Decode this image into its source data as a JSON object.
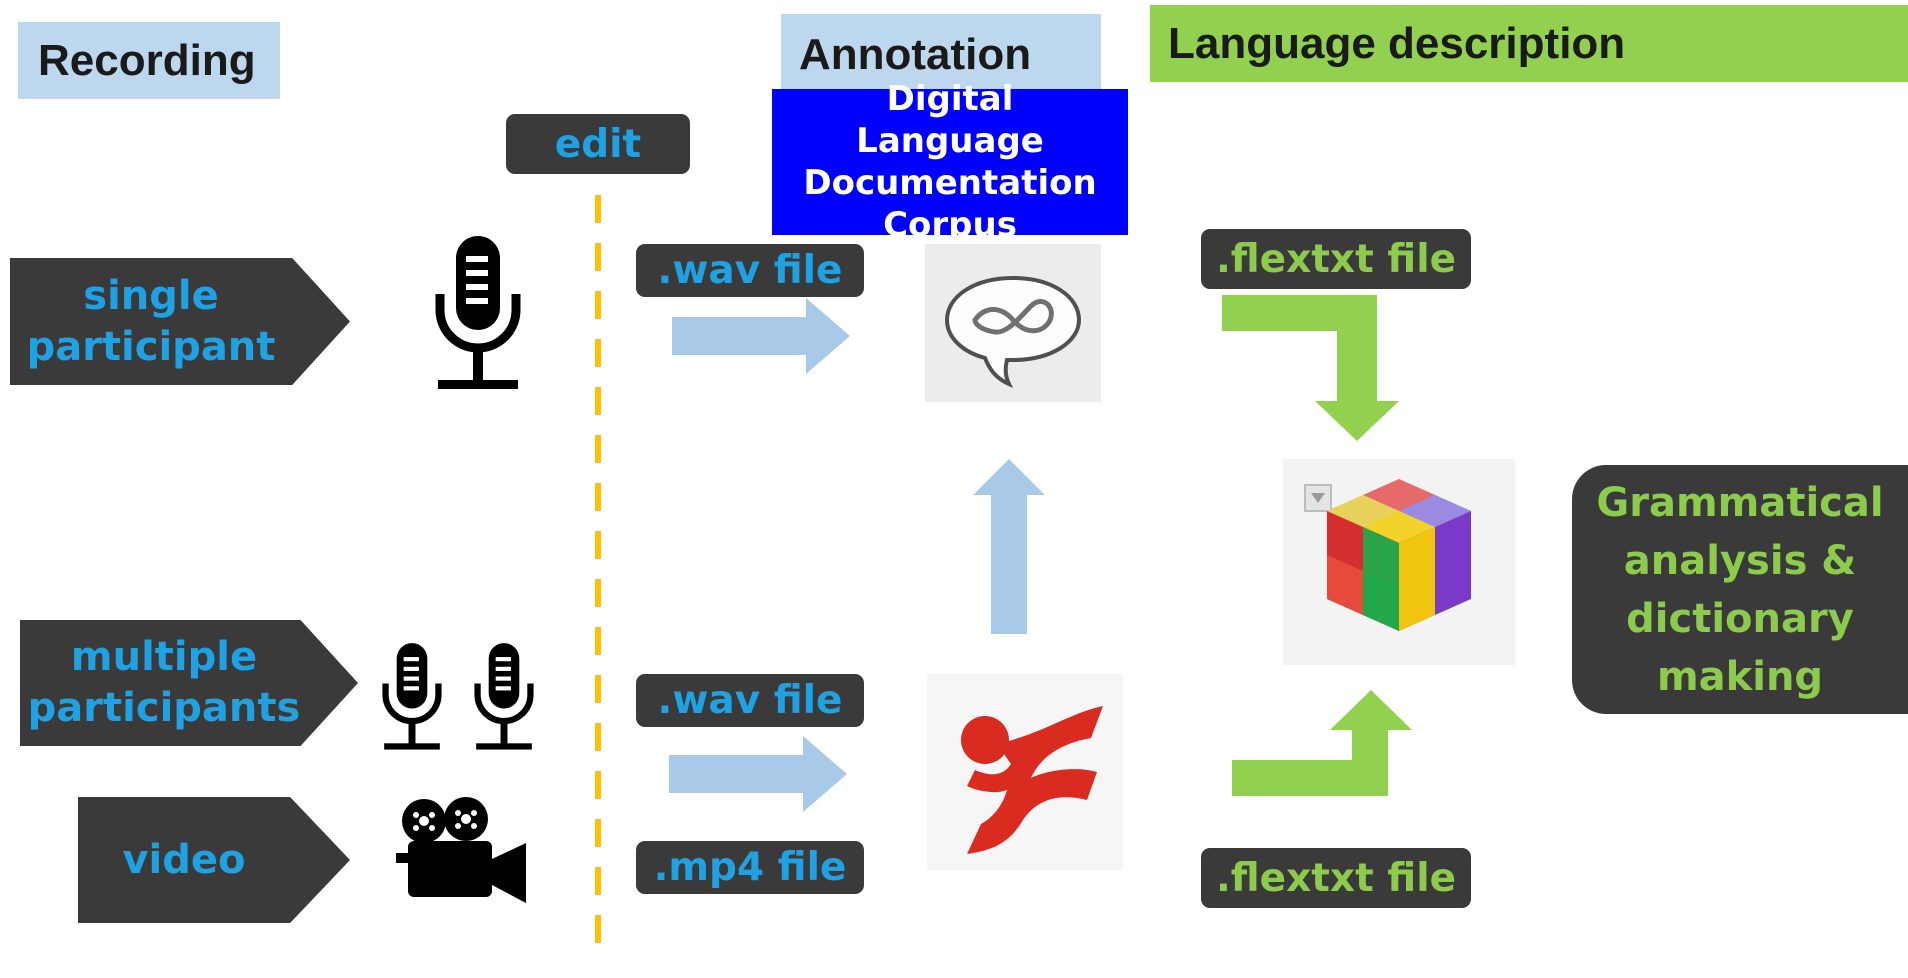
{
  "headers": {
    "recording": "Recording",
    "annotation": "Annotation",
    "language_description": "Language description"
  },
  "corpus_box": "Digital Language Documentation Corpus",
  "edit_label": "edit",
  "participants": {
    "single": "single participant",
    "multiple": "multiple participants",
    "video": "video"
  },
  "files": {
    "wav_top": ".wav file",
    "wav_bottom": ".wav file",
    "mp4": ".mp4 file",
    "flextxt_top": ".flextxt file",
    "flextxt_bottom": ".flextxt file"
  },
  "result_box": "Grammatical analysis & dictionary making",
  "icons": [
    "microphone-icon",
    "microphone-icon",
    "microphone-icon",
    "video-camera-icon",
    "saymore-logo-icon",
    "elan-logo-icon",
    "flex-cube-logo-icon"
  ],
  "colors": {
    "header_blue_bg": "#bdd7ee",
    "header_green_bg": "#92d050",
    "dark_box": "#3a3a3a",
    "text_blue": "#1ea2e4",
    "text_green": "#8dcb4c",
    "light_blue_arrow": "#a9c9e8",
    "green_arrow": "#92d050",
    "corpus_blue": "#0000ff",
    "dashed_line": "#ffc000"
  }
}
